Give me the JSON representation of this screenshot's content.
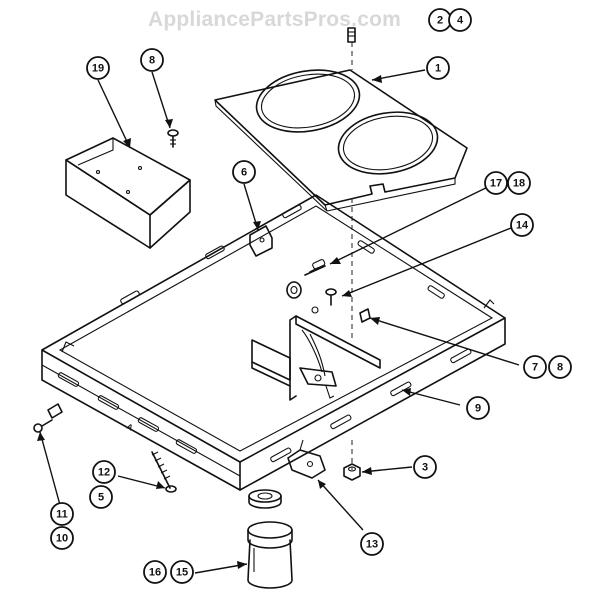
{
  "watermark": "AppliancePartsPros.com",
  "callouts": [
    {
      "name": "callout-2",
      "label": "2"
    },
    {
      "name": "callout-4",
      "label": "4"
    },
    {
      "name": "callout-1",
      "label": "1"
    },
    {
      "name": "callout-19",
      "label": "19"
    },
    {
      "name": "callout-8-top",
      "label": "8"
    },
    {
      "name": "callout-6",
      "label": "6"
    },
    {
      "name": "callout-17",
      "label": "17"
    },
    {
      "name": "callout-18",
      "label": "18"
    },
    {
      "name": "callout-14",
      "label": "14"
    },
    {
      "name": "callout-7",
      "label": "7"
    },
    {
      "name": "callout-8-right",
      "label": "8"
    },
    {
      "name": "callout-9",
      "label": "9"
    },
    {
      "name": "callout-3",
      "label": "3"
    },
    {
      "name": "callout-12",
      "label": "12"
    },
    {
      "name": "callout-5",
      "label": "5"
    },
    {
      "name": "callout-11",
      "label": "11"
    },
    {
      "name": "callout-10",
      "label": "10"
    },
    {
      "name": "callout-13",
      "label": "13"
    },
    {
      "name": "callout-16",
      "label": "16"
    },
    {
      "name": "callout-15",
      "label": "15"
    }
  ]
}
